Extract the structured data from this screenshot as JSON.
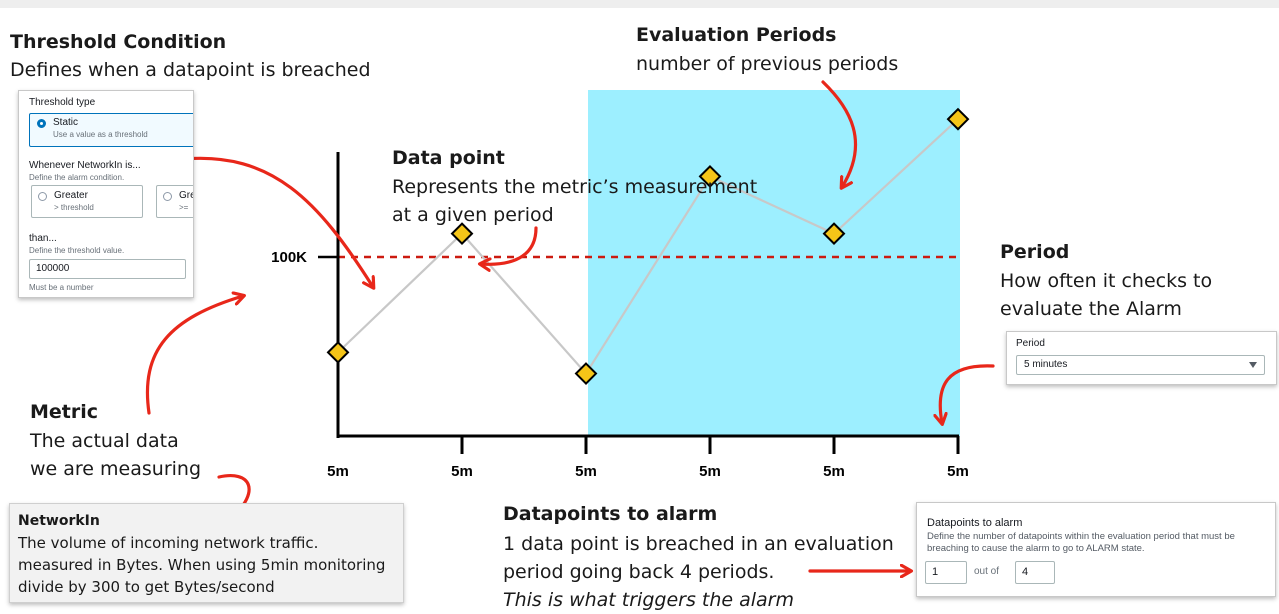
{
  "threshold_section": {
    "title": "Threshold Condition",
    "desc": "Defines when a datapoint is breached"
  },
  "threshold_panel": {
    "type_label": "Threshold type",
    "static_label": "Static",
    "static_desc": "Use a value as a threshold",
    "whenever_label": "Whenever NetworkIn is...",
    "whenever_desc": "Define the alarm condition.",
    "greater_label": "Greater",
    "greater_desc": "> threshold",
    "greater_eq_label": "Gre",
    "greater_eq_desc": ">=",
    "than_label": "than...",
    "than_desc": "Define the threshold value.",
    "value": "100000",
    "hint": "Must be a number"
  },
  "evaluation_section": {
    "title": "Evaluation Periods",
    "desc": "number of previous periods"
  },
  "datapoint_section": {
    "title": "Data point",
    "desc_line1": "Represents the metric’s measurement",
    "desc_line2": "at a given period"
  },
  "period_section": {
    "title": "Period",
    "desc_line1": "How often it checks to",
    "desc_line2": "evaluate the Alarm"
  },
  "period_panel": {
    "label": "Period",
    "value": "5 minutes"
  },
  "metric_section": {
    "title": "Metric",
    "desc_line1": "The actual data",
    "desc_line2": "we are measuring"
  },
  "network_panel": {
    "title": "NetworkIn",
    "line1": "The volume of incoming network traffic.",
    "line2": "measured in Bytes. When using 5min monitoring",
    "line3": "divide by 300 to get Bytes/second"
  },
  "datapoints_section": {
    "title": "Datapoints to alarm",
    "line1": "1 data point is breached in an evaluation",
    "line2": "period going back 4 periods.",
    "line3": "This is what triggers the alarm"
  },
  "datapoints_panel": {
    "title": "Datapoints to alarm",
    "desc_line1": "Define the number of datapoints within the evaluation period that must be",
    "desc_line2": "breaching to cause the alarm to go to ALARM state.",
    "value_a": "1",
    "out_of": "out of",
    "value_b": "4"
  },
  "chart": {
    "threshold_label": "100K",
    "x_labels": [
      "5m",
      "5m",
      "5m",
      "5m",
      "5m",
      "5m"
    ],
    "points": [
      0.22,
      0.78,
      0.12,
      1.05,
      0.78,
      1.32
    ],
    "threshold": 0.67,
    "highlight_from_index": 2,
    "colors": {
      "highlight": "#9defff",
      "threshold": "#cc1a10",
      "line": "#c8c8c8",
      "marker": "#f5c518",
      "arrow": "#e8271a"
    }
  }
}
